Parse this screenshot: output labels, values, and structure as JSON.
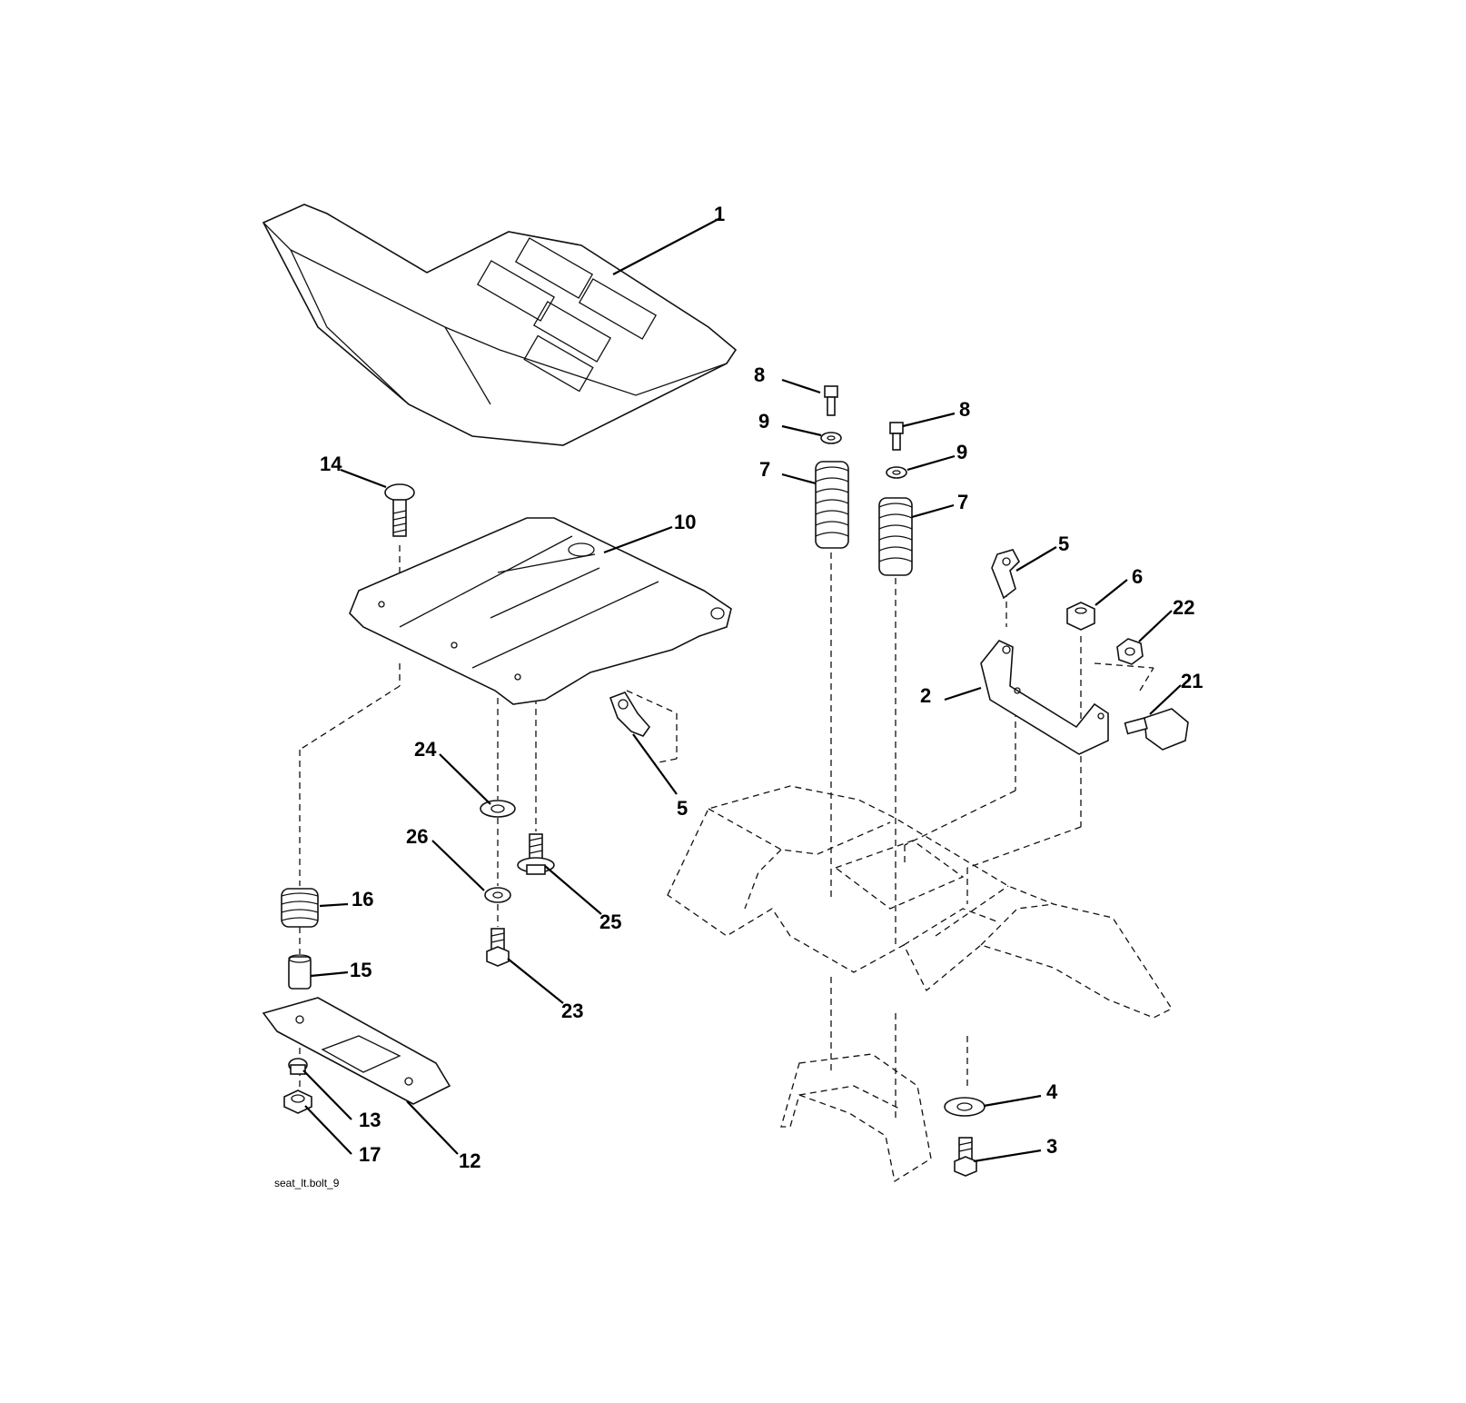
{
  "diagram": {
    "reference_label": "seat_lt.bolt_9",
    "callouts": {
      "c1": "1",
      "c2": "2",
      "c3": "3",
      "c4": "4",
      "c5a": "5",
      "c5b": "5",
      "c6": "6",
      "c7a": "7",
      "c7b": "7",
      "c8a": "8",
      "c8b": "8",
      "c9a": "9",
      "c9b": "9",
      "c10": "10",
      "c12": "12",
      "c13": "13",
      "c14": "14",
      "c15": "15",
      "c16": "16",
      "c17": "17",
      "c21": "21",
      "c22": "22",
      "c23": "23",
      "c24": "24",
      "c25": "25",
      "c26": "26"
    }
  }
}
